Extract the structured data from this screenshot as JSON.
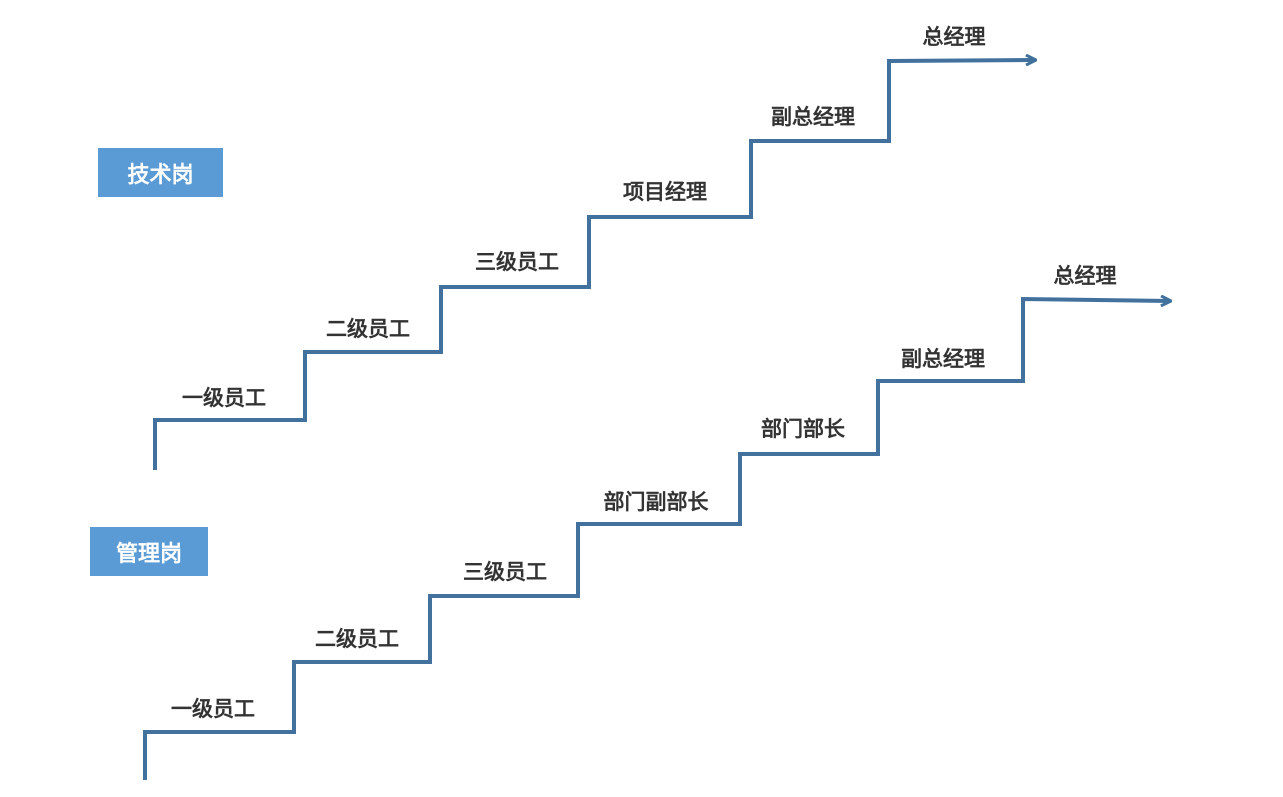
{
  "tracks": [
    {
      "title": "技术岗",
      "steps": [
        "一级员工",
        "二级员工",
        "三级员工",
        "项目经理",
        "副总经理",
        "总经理"
      ]
    },
    {
      "title": "管理岗",
      "steps": [
        "一级员工",
        "二级员工",
        "三级员工",
        "部门副部长",
        "部门部长",
        "副总经理",
        "总经理"
      ]
    }
  ],
  "colors": {
    "stair_line": "#41719c",
    "label_bg": "#5b9bd5",
    "label_text": "#ffffff",
    "step_text": "#333333"
  }
}
